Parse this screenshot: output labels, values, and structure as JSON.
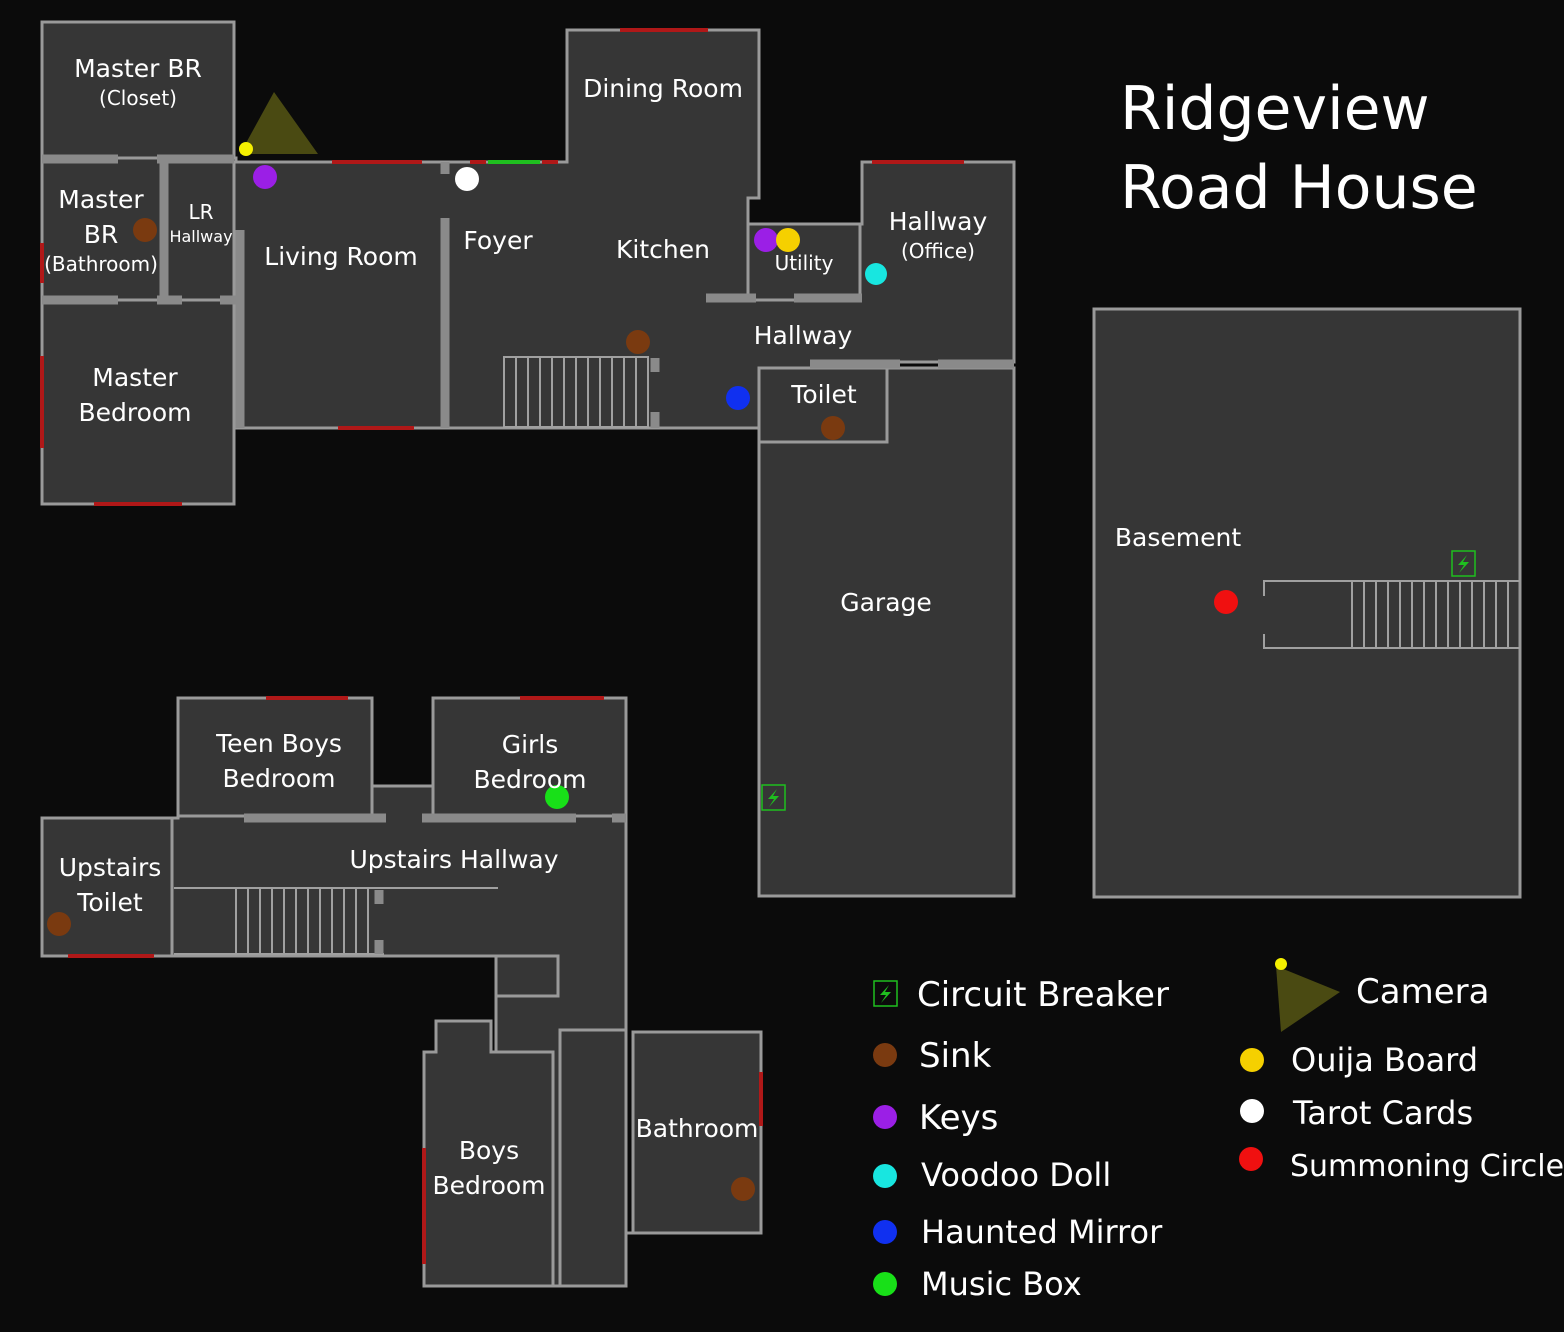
{
  "map": {
    "title_line1": "Ridgeview",
    "title_line2": "Road House",
    "rooms": {
      "master_closet": {
        "name": "Master BR",
        "sub": "(Closet)"
      },
      "master_bathroom": {
        "line1": "Master",
        "line2": "BR",
        "line3": "(Bathroom)"
      },
      "lr_hallway": {
        "line1": "LR",
        "line2": "Hallway"
      },
      "living_room": "Living Room",
      "master_bedroom": {
        "line1": "Master",
        "line2": "Bedroom"
      },
      "foyer": "Foyer",
      "dining_room": "Dining Room",
      "kitchen": "Kitchen",
      "utility": "Utility",
      "hallway_office": {
        "name": "Hallway",
        "sub": "(Office)"
      },
      "hallway": "Hallway",
      "toilet": "Toilet",
      "garage": "Garage",
      "basement": "Basement",
      "teen_boys_bedroom": {
        "line1": "Teen Boys",
        "line2": "Bedroom"
      },
      "girls_bedroom": {
        "line1": "Girls",
        "line2": "Bedroom"
      },
      "upstairs_toilet": {
        "line1": "Upstairs",
        "line2": "Toilet"
      },
      "upstairs_hallway": "Upstairs Hallway",
      "boys_bedroom": {
        "line1": "Boys",
        "line2": "Bedroom"
      },
      "bathroom": "Bathroom"
    }
  },
  "legend": {
    "circuit_breaker": "Circuit Breaker",
    "sink": "Sink",
    "keys": "Keys",
    "voodoo_doll": "Voodoo Doll",
    "haunted_mirror": "Haunted Mirror",
    "music_box": "Music Box",
    "camera": "Camera",
    "ouija_board": "Ouija Board",
    "tarot_cards": "Tarot Cards",
    "summoning_circle": "Summoning Circle"
  },
  "colors": {
    "background": "#0b0b0b",
    "room_fill": "#363636",
    "wall": "#9a9a9a",
    "door_red": "#b01818",
    "door_green": "#1fbf1f",
    "sink": "#7a3a10",
    "keys": "#9b1fe6",
    "voodoo_doll": "#18e6e0",
    "haunted_mirror": "#1030f0",
    "music_box": "#18e018",
    "ouija_board": "#f5d000",
    "tarot_cards": "#ffffff",
    "summoning_circle": "#f01010",
    "camera_cone": "#4a4a12",
    "camera_dot": "#f5f000"
  }
}
